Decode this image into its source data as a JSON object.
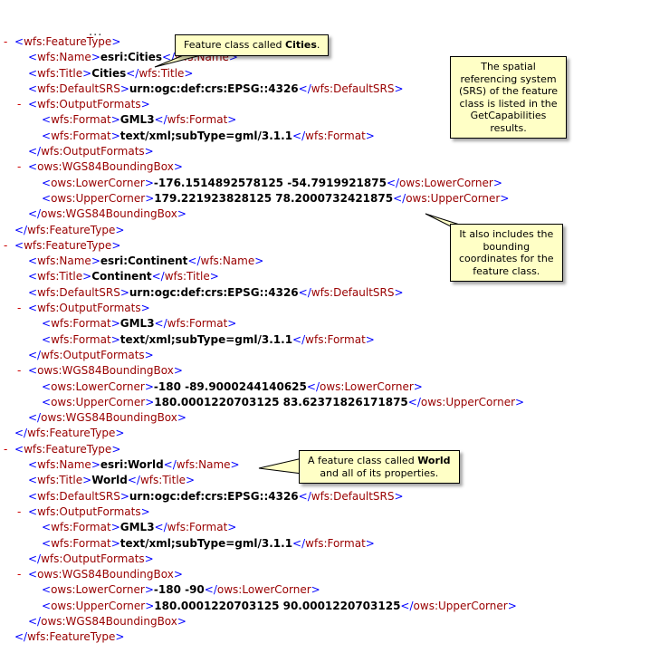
{
  "colors": {
    "bracket": "#0000ff",
    "tag": "#990000",
    "value": "#000000",
    "marker": "#cc0000",
    "callout-bg": "#ffffc6",
    "callout-border": "#000000"
  },
  "xml": {
    "top_ellipsis": "...",
    "collapse_marker": "-",
    "lines": [
      {
        "kind": "open",
        "indent": 0,
        "tag": "wfs:FeatureType"
      },
      {
        "kind": "leaf",
        "indent": 1,
        "tag": "wfs:Name",
        "value": "esri:Cities"
      },
      {
        "kind": "leaf",
        "indent": 1,
        "tag": "wfs:Title",
        "value": "Cities"
      },
      {
        "kind": "leaf",
        "indent": 1,
        "tag": "wfs:DefaultSRS",
        "value": "urn:ogc:def:crs:EPSG::4326"
      },
      {
        "kind": "open",
        "indent": 1,
        "tag": "wfs:OutputFormats"
      },
      {
        "kind": "leaf",
        "indent": 2,
        "tag": "wfs:Format",
        "value": "GML3"
      },
      {
        "kind": "leaf",
        "indent": 2,
        "tag": "wfs:Format",
        "value": "text/xml;subType=gml/3.1.1"
      },
      {
        "kind": "close",
        "indent": 1,
        "tag": "wfs:OutputFormats"
      },
      {
        "kind": "open",
        "indent": 1,
        "tag": "ows:WGS84BoundingBox"
      },
      {
        "kind": "leaf",
        "indent": 2,
        "tag": "ows:LowerCorner",
        "value": "-176.1514892578125 -54.7919921875"
      },
      {
        "kind": "leaf",
        "indent": 2,
        "tag": "ows:UpperCorner",
        "value": "179.221923828125 78.2000732421875"
      },
      {
        "kind": "close",
        "indent": 1,
        "tag": "ows:WGS84BoundingBox"
      },
      {
        "kind": "close",
        "indent": 0,
        "tag": "wfs:FeatureType"
      },
      {
        "kind": "open",
        "indent": 0,
        "tag": "wfs:FeatureType"
      },
      {
        "kind": "leaf",
        "indent": 1,
        "tag": "wfs:Name",
        "value": "esri:Continent"
      },
      {
        "kind": "leaf",
        "indent": 1,
        "tag": "wfs:Title",
        "value": "Continent"
      },
      {
        "kind": "leaf",
        "indent": 1,
        "tag": "wfs:DefaultSRS",
        "value": "urn:ogc:def:crs:EPSG::4326"
      },
      {
        "kind": "open",
        "indent": 1,
        "tag": "wfs:OutputFormats"
      },
      {
        "kind": "leaf",
        "indent": 2,
        "tag": "wfs:Format",
        "value": "GML3"
      },
      {
        "kind": "leaf",
        "indent": 2,
        "tag": "wfs:Format",
        "value": "text/xml;subType=gml/3.1.1"
      },
      {
        "kind": "close",
        "indent": 1,
        "tag": "wfs:OutputFormats"
      },
      {
        "kind": "open",
        "indent": 1,
        "tag": "ows:WGS84BoundingBox"
      },
      {
        "kind": "leaf",
        "indent": 2,
        "tag": "ows:LowerCorner",
        "value": "-180 -89.9000244140625"
      },
      {
        "kind": "leaf",
        "indent": 2,
        "tag": "ows:UpperCorner",
        "value": "180.0001220703125 83.62371826171875"
      },
      {
        "kind": "close",
        "indent": 1,
        "tag": "ows:WGS84BoundingBox"
      },
      {
        "kind": "close",
        "indent": 0,
        "tag": "wfs:FeatureType"
      },
      {
        "kind": "open",
        "indent": 0,
        "tag": "wfs:FeatureType"
      },
      {
        "kind": "leaf",
        "indent": 1,
        "tag": "wfs:Name",
        "value": "esri:World"
      },
      {
        "kind": "leaf",
        "indent": 1,
        "tag": "wfs:Title",
        "value": "World"
      },
      {
        "kind": "leaf",
        "indent": 1,
        "tag": "wfs:DefaultSRS",
        "value": "urn:ogc:def:crs:EPSG::4326"
      },
      {
        "kind": "open",
        "indent": 1,
        "tag": "wfs:OutputFormats"
      },
      {
        "kind": "leaf",
        "indent": 2,
        "tag": "wfs:Format",
        "value": "GML3"
      },
      {
        "kind": "leaf",
        "indent": 2,
        "tag": "wfs:Format",
        "value": "text/xml;subType=gml/3.1.1"
      },
      {
        "kind": "close",
        "indent": 1,
        "tag": "wfs:OutputFormats"
      },
      {
        "kind": "open",
        "indent": 1,
        "tag": "ows:WGS84BoundingBox"
      },
      {
        "kind": "leaf",
        "indent": 2,
        "tag": "ows:LowerCorner",
        "value": "-180 -90"
      },
      {
        "kind": "leaf",
        "indent": 2,
        "tag": "ows:UpperCorner",
        "value": "180.0001220703125 90.0001220703125"
      },
      {
        "kind": "close",
        "indent": 1,
        "tag": "ows:WGS84BoundingBox"
      },
      {
        "kind": "close",
        "indent": 0,
        "tag": "wfs:FeatureType"
      }
    ]
  },
  "callouts": [
    {
      "name": "callout-cities",
      "lines": [
        [
          {
            "text": "Feature class called "
          },
          {
            "text": "Cities",
            "bold": true
          },
          {
            "text": "."
          }
        ]
      ]
    },
    {
      "name": "callout-srs",
      "lines": [
        [
          {
            "text": "The spatial"
          }
        ],
        [
          {
            "text": "referencing system"
          }
        ],
        [
          {
            "text": "(SRS) of the feature"
          }
        ],
        [
          {
            "text": "class is listed in the"
          }
        ],
        [
          {
            "text": "GetCapabilities"
          }
        ],
        [
          {
            "text": "results."
          }
        ]
      ]
    },
    {
      "name": "callout-bbox",
      "lines": [
        [
          {
            "text": "It also includes the"
          }
        ],
        [
          {
            "text": "bounding"
          }
        ],
        [
          {
            "text": "coordinates for the"
          }
        ],
        [
          {
            "text": "feature class."
          }
        ]
      ]
    },
    {
      "name": "callout-world",
      "lines": [
        [
          {
            "text": "A feature class called "
          },
          {
            "text": "World",
            "bold": true
          }
        ],
        [
          {
            "text": "and all of its properties."
          }
        ]
      ]
    }
  ]
}
